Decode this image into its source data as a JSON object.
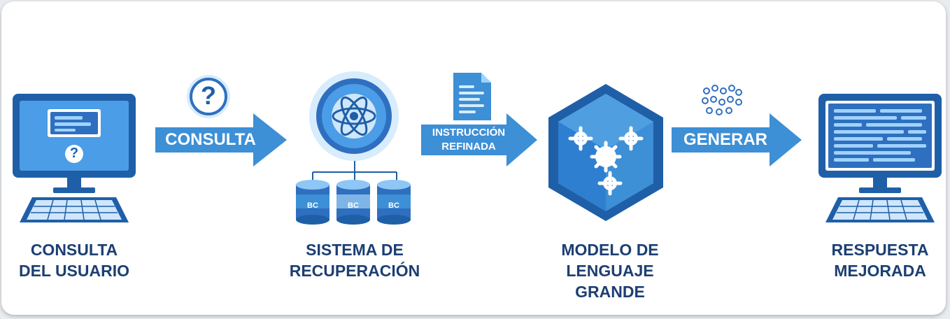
{
  "nodes": [
    {
      "id": "user-query",
      "label_lines": [
        "CONSULTA",
        "DEL USUARIO"
      ]
    },
    {
      "id": "retrieval-system",
      "label_lines": [
        "SISTEMA DE",
        "RECUPERACIÓN"
      ]
    },
    {
      "id": "llm",
      "label_lines": [
        "MODELO DE",
        "LENGUAJE",
        "GRANDE"
      ]
    },
    {
      "id": "response",
      "label_lines": [
        "RESPUESTA",
        "MEJORADA"
      ]
    }
  ],
  "arrows": [
    {
      "id": "query-arrow",
      "label_lines": [
        "CONSULTA"
      ]
    },
    {
      "id": "prompt-arrow",
      "label_lines": [
        "INSTRUCCIÓN",
        "REFINADA"
      ]
    },
    {
      "id": "generate-arrow",
      "label_lines": [
        "GENERAR"
      ]
    }
  ],
  "databases": [
    "BC",
    "BC",
    "BC"
  ],
  "question_mark": "?",
  "colors": {
    "dark_blue": "#1c3f73",
    "mid_blue": "#2f6fbf",
    "light_blue": "#4f9fe0",
    "arrow_blue": "#3d8fd6",
    "screen_blue": "#3c8ee0"
  },
  "icons": {
    "user": "computer-monitor-icon",
    "question": "question-bubble-icon",
    "retrieval": "atom-globe-icon",
    "document": "document-icon",
    "llm": "gear-hexagon-icon",
    "tokens": "token-cluster-icon",
    "response": "computer-monitor-icon"
  }
}
